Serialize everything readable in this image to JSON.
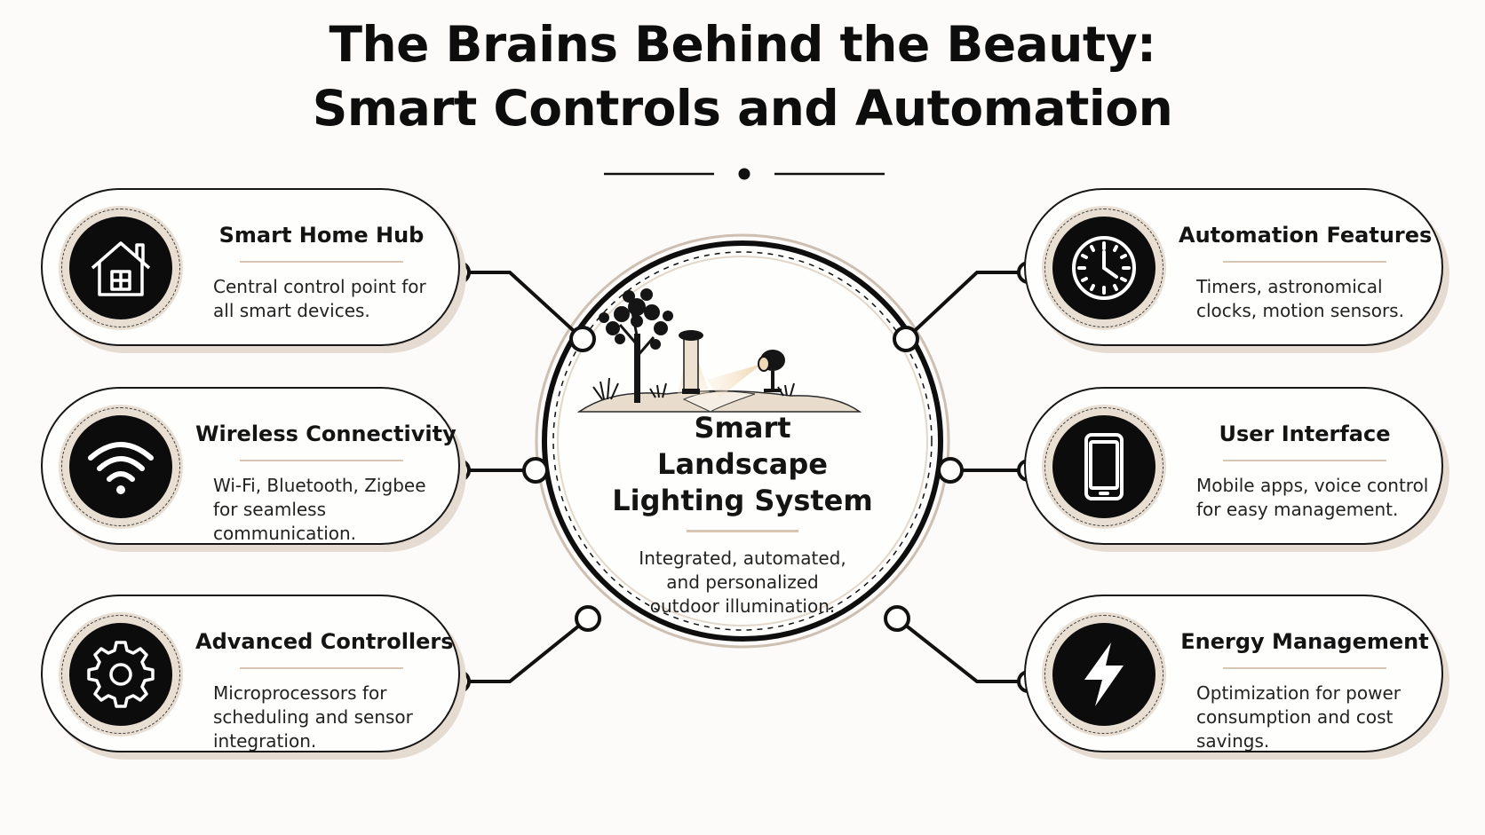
{
  "title": {
    "line1": "The Brains Behind the Beauty:",
    "line2": "Smart Controls and Automation"
  },
  "center": {
    "title_lines": [
      "Smart",
      "Landscape",
      "Lighting System"
    ],
    "description": "Integrated, automated, and personalized outdoor illumination."
  },
  "cards": [
    {
      "title": "Smart Home Hub",
      "description": "Central control point for all smart devices.",
      "icon": "house-icon"
    },
    {
      "title": "Wireless Connectivity",
      "description": "Wi-Fi, Bluetooth, Zigbee for seamless communication.",
      "icon": "wifi-icon"
    },
    {
      "title": "Advanced Controllers",
      "description": "Microprocessors for scheduling and sensor integration.",
      "icon": "gear-icon"
    },
    {
      "title": "Automation Features",
      "description": "Timers, astronomical clocks, motion sensors.",
      "icon": "clock-icon"
    },
    {
      "title": "User Interface",
      "description": "Mobile apps, voice control for easy management.",
      "icon": "smartphone-icon"
    },
    {
      "title": "Energy Management",
      "description": "Optimization for power consumption and cost savings.",
      "icon": "lightning-bolt-icon"
    }
  ],
  "colors": {
    "ink": "#0c0c0c",
    "accent_beige": "#e5dbd0",
    "rule_tan": "#d8c6b3",
    "background": "#fcfbf9"
  }
}
